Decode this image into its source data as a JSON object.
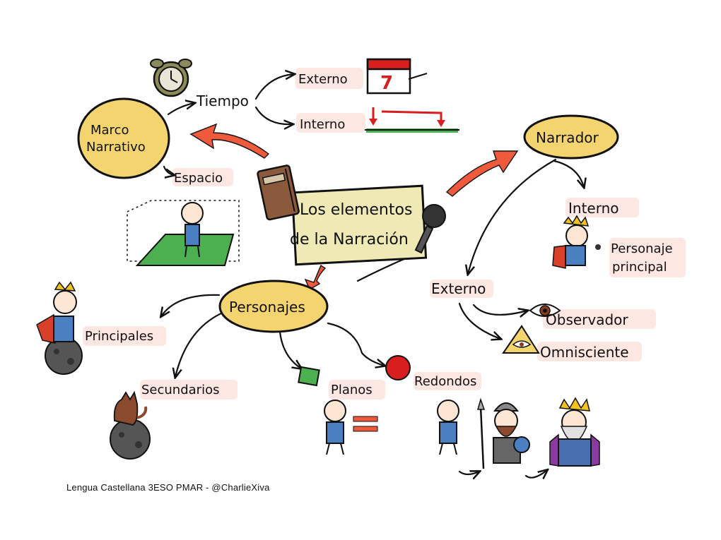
{
  "diagram": {
    "center": {
      "line1": "Los elementos",
      "line2": "de la Narración"
    },
    "marco": {
      "line1": "Marco",
      "line2": "Narrativo"
    },
    "tiempo": "Tiempo",
    "tiempo_externo": "Externo",
    "tiempo_interno": "Interno",
    "calendar_day": "7",
    "espacio": "Espacio",
    "narrador": "Narrador",
    "narrador_interno": "Interno",
    "personaje_principal": {
      "line1": "Personaje",
      "line2": "principal"
    },
    "narrador_externo": "Externo",
    "observador": "Observador",
    "omnisciente": "Omnisciente",
    "personajes": "Personajes",
    "principales": "Principales",
    "secundarios": "Secundarios",
    "planos": "Planos",
    "redondos": "Redondos"
  },
  "footer": {
    "credit": "Lengua Castellana 3ESO PMAR - @CharlieXiva"
  },
  "colors": {
    "bubble": "#f3d46e",
    "highlight": "#fde7e3",
    "arrow_red": "#ef5a3c",
    "card": "#efe9b5",
    "green": "#4caf50",
    "book": "#8b5a3c",
    "blue_shirt": "#4a7fc1",
    "red_ball": "#d81e1e"
  },
  "icons": [
    "alarm-clock-icon",
    "calendar-icon",
    "book-icon",
    "microphone-icon",
    "eye-icon",
    "all-seeing-eye-icon",
    "green-square-icon",
    "red-circle-icon",
    "equals-icon"
  ]
}
